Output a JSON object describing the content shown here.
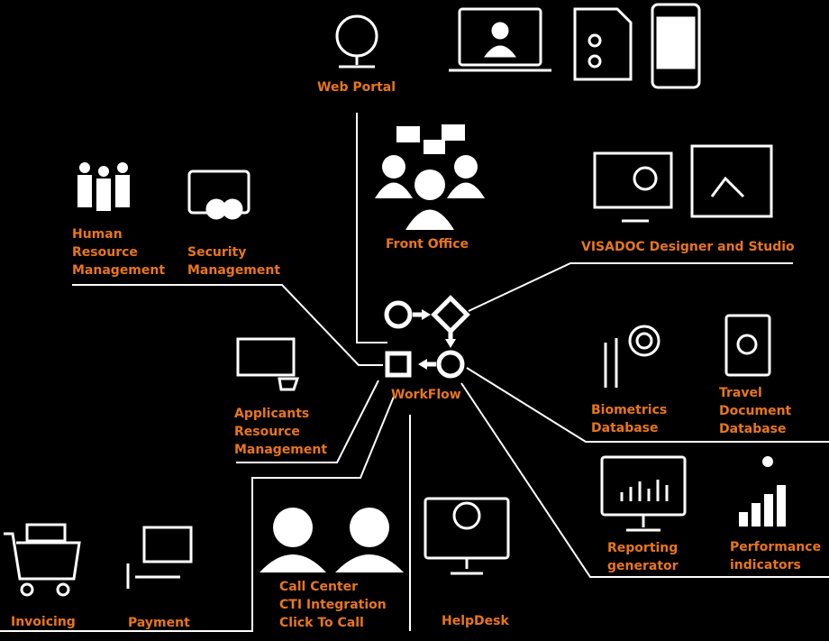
{
  "center": {
    "label": "WorkFlow"
  },
  "nodes": {
    "web_portal": "Web Portal",
    "front_office": "Front Office",
    "visadoc": "VISADOC Designer and Studio",
    "hr": "Human\nResource\nManagement",
    "security": "Security\nManagement",
    "applicants": "Applicants\nResource\nManagement",
    "biometrics": "Biometrics\nDatabase",
    "travel_doc": "Travel\nDocument\nDatabase",
    "reporting": "Reporting\ngenerator",
    "performance": "Performance\nindicators",
    "invoicing": "Invoicing",
    "payment": "Payment",
    "call_center": "Call Center\nCTI Integration\nClick To Call",
    "helpdesk": "HelpDesk"
  },
  "colors": {
    "label": "#e8761c",
    "line": "#ffffff",
    "background": "#000000"
  }
}
